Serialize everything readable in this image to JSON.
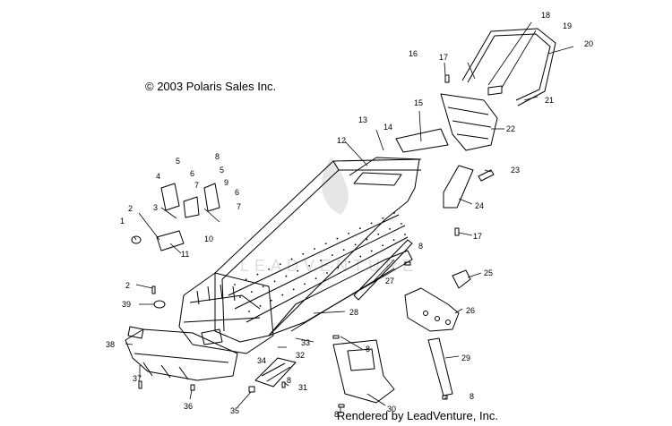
{
  "copyright": "© 2003 Polaris Sales Inc.",
  "footer": "Rendered by LeadVenture, Inc.",
  "watermark": "LEADVENTURE",
  "colors": {
    "line": "#000000",
    "watermark": "#dcdcdc",
    "background": "#ffffff"
  },
  "callouts": [
    {
      "id": "1",
      "label": "1"
    },
    {
      "id": "2a",
      "label": "2"
    },
    {
      "id": "3",
      "label": "3"
    },
    {
      "id": "4",
      "label": "4"
    },
    {
      "id": "5a",
      "label": "5"
    },
    {
      "id": "6a",
      "label": "6"
    },
    {
      "id": "7a",
      "label": "7"
    },
    {
      "id": "8a",
      "label": "8"
    },
    {
      "id": "5b",
      "label": "5"
    },
    {
      "id": "9",
      "label": "9"
    },
    {
      "id": "6b",
      "label": "6"
    },
    {
      "id": "7b",
      "label": "7"
    },
    {
      "id": "10",
      "label": "10"
    },
    {
      "id": "11",
      "label": "11"
    },
    {
      "id": "12",
      "label": "12"
    },
    {
      "id": "13",
      "label": "13"
    },
    {
      "id": "14",
      "label": "14"
    },
    {
      "id": "15",
      "label": "15"
    },
    {
      "id": "16",
      "label": "16"
    },
    {
      "id": "17a",
      "label": "17"
    },
    {
      "id": "18",
      "label": "18"
    },
    {
      "id": "19",
      "label": "19"
    },
    {
      "id": "20",
      "label": "20"
    },
    {
      "id": "21",
      "label": "21"
    },
    {
      "id": "22",
      "label": "22"
    },
    {
      "id": "23",
      "label": "23"
    },
    {
      "id": "24",
      "label": "24"
    },
    {
      "id": "17b",
      "label": "17"
    },
    {
      "id": "8b",
      "label": "8"
    },
    {
      "id": "25",
      "label": "25"
    },
    {
      "id": "27",
      "label": "27"
    },
    {
      "id": "26",
      "label": "26"
    },
    {
      "id": "2b",
      "label": "2"
    },
    {
      "id": "39",
      "label": "39"
    },
    {
      "id": "28",
      "label": "28"
    },
    {
      "id": "38",
      "label": "38"
    },
    {
      "id": "33",
      "label": "33"
    },
    {
      "id": "8c",
      "label": "8"
    },
    {
      "id": "34",
      "label": "34"
    },
    {
      "id": "32",
      "label": "32"
    },
    {
      "id": "29",
      "label": "29"
    },
    {
      "id": "37",
      "label": "37"
    },
    {
      "id": "31",
      "label": "31"
    },
    {
      "id": "8d",
      "label": "8"
    },
    {
      "id": "36",
      "label": "36"
    },
    {
      "id": "35",
      "label": "35"
    },
    {
      "id": "30",
      "label": "30"
    },
    {
      "id": "8e",
      "label": "8"
    },
    {
      "id": "8f",
      "label": "8"
    }
  ]
}
